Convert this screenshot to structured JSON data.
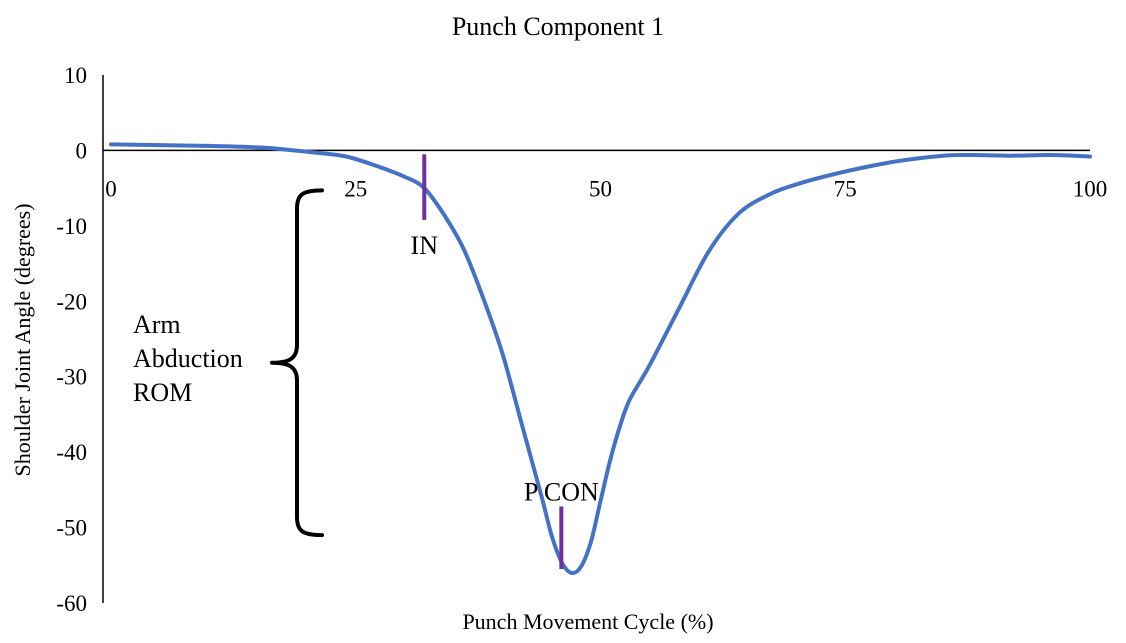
{
  "chart_data": {
    "type": "line",
    "title": "Punch Component 1",
    "xlabel": "Punch Movement Cycle (%)",
    "ylabel": "Shoulder Joint Angle (degrees)",
    "xlim": [
      0,
      100
    ],
    "ylim": [
      -60,
      10
    ],
    "x_ticks": [
      "0",
      "25",
      "50",
      "75",
      "100"
    ],
    "y_ticks": [
      "10",
      "0",
      "-10",
      "-20",
      "-30",
      "-40",
      "-50",
      "-60"
    ],
    "grid": false,
    "legend": "none",
    "series": [
      {
        "color": "#4472C4",
        "x": [
          0,
          5,
          10,
          15,
          18,
          21,
          24,
          27,
          30,
          32,
          34,
          36,
          38,
          40,
          42,
          44,
          45,
          46,
          47,
          48,
          49,
          50,
          51,
          52,
          53,
          55,
          58,
          61,
          64,
          67,
          70,
          75,
          80,
          85,
          88,
          92,
          96,
          100
        ],
        "y": [
          0.8,
          0.7,
          0.6,
          0.4,
          0.1,
          -0.3,
          -0.8,
          -2.0,
          -3.5,
          -5.0,
          -8.5,
          -13.0,
          -19.5,
          -27.0,
          -36.5,
          -46.0,
          -51.0,
          -54.5,
          -56.0,
          -55.2,
          -52.0,
          -46.5,
          -41.0,
          -36.5,
          -33.0,
          -28.5,
          -21.0,
          -13.5,
          -8.5,
          -6.0,
          -4.5,
          -2.8,
          -1.5,
          -0.7,
          -0.6,
          -0.7,
          -0.6,
          -0.8
        ]
      }
    ],
    "markers": [
      {
        "label": "IN",
        "x": 32,
        "y_from": -0.5,
        "y_to": -9.2,
        "color": "#7030A0"
      },
      {
        "label": "P CON",
        "x": 46,
        "y_from": -47.2,
        "y_to": -55.5,
        "color": "#7030A0"
      }
    ],
    "bracket": {
      "label_lines": [
        "Arm",
        "Abduction",
        "ROM"
      ],
      "y_top": -5.3,
      "y_bottom": -51.0
    }
  }
}
